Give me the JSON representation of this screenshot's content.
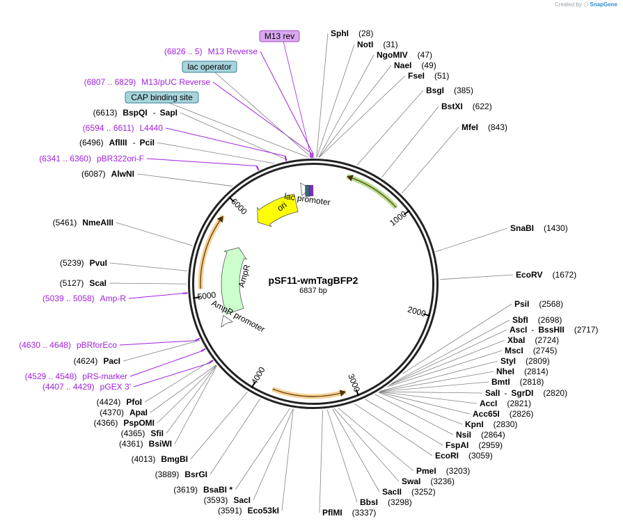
{
  "watermark": {
    "created_by": "Created by",
    "brand": "SnapGene"
  },
  "plasmid": {
    "name": "pSF11-wmTagBFP2",
    "size": 6837,
    "size_label": "6837 bp"
  },
  "ticks": [
    {
      "bp": 1000,
      "label": "1000"
    },
    {
      "bp": 2000,
      "label": "2000"
    },
    {
      "bp": 3000,
      "label": "3000"
    },
    {
      "bp": 4000,
      "label": "4000"
    },
    {
      "bp": 5000,
      "label": "5000"
    },
    {
      "bp": 6000,
      "label": "6000"
    }
  ],
  "boxed_features": [
    {
      "label": "M13 rev",
      "bg": "#d9a8f0",
      "border": "#a050c8",
      "target_bp": 6818
    },
    {
      "label": "lac operator",
      "bg": "#a8d4dc",
      "border": "#3a8090",
      "target_bp": 6820
    },
    {
      "label": "CAP binding site",
      "bg": "#a8d4dc",
      "border": "#3a8090",
      "target_bp": 6795
    }
  ],
  "left_labels": [
    {
      "kind": "feature",
      "pos": "(6826 .. 5)",
      "name": "M13 Reverse",
      "bp": 6833
    },
    {
      "kind": "feature",
      "pos": "(6807 .. 6829)",
      "name": "M13/pUC Reverse",
      "bp": 6818
    },
    {
      "kind": "site",
      "pos": "(6613)",
      "name": "BspQI",
      "alt": "SapI",
      "bp": 6613
    },
    {
      "kind": "feature",
      "pos": "(6594 .. 6611)",
      "name": "L4440",
      "bp": 6602
    },
    {
      "kind": "site",
      "pos": "(6496)",
      "name": "AflIII",
      "alt": "PciI",
      "bp": 6496
    },
    {
      "kind": "feature",
      "pos": "(6341 .. 6360)",
      "name": "pBR322ori-F",
      "bp": 6350
    },
    {
      "kind": "site",
      "pos": "(6087)",
      "name": "AlwNI",
      "bp": 6087
    },
    {
      "kind": "site",
      "pos": "(5461)",
      "name": "NmeAIII",
      "bp": 5461
    },
    {
      "kind": "site",
      "pos": "(5239)",
      "name": "PvuI",
      "bp": 5239
    },
    {
      "kind": "site",
      "pos": "(5127)",
      "name": "ScaI",
      "bp": 5127
    },
    {
      "kind": "feature",
      "pos": "(5039 .. 5058)",
      "name": "Amp-R",
      "bp": 5048
    },
    {
      "kind": "feature",
      "pos": "(4630 .. 4648)",
      "name": "pBRforEco",
      "bp": 4639
    },
    {
      "kind": "site",
      "pos": "(4624)",
      "name": "PacI",
      "bp": 4624
    },
    {
      "kind": "feature",
      "pos": "(4529 .. 4548)",
      "name": "pRS-marker",
      "bp": 4538
    },
    {
      "kind": "feature",
      "pos": "(4407 .. 4429)",
      "name": "pGEX 3'",
      "bp": 4418
    },
    {
      "kind": "site",
      "pos": "(4424)",
      "name": "PfoI",
      "bp": 4424
    },
    {
      "kind": "site",
      "pos": "(4370)",
      "name": "ApaI",
      "bp": 4370
    },
    {
      "kind": "site",
      "pos": "(4366)",
      "name": "PspOMI",
      "bp": 4366
    },
    {
      "kind": "site",
      "pos": "(4365)",
      "name": "SfiI",
      "bp": 4365
    },
    {
      "kind": "site",
      "pos": "(4361)",
      "name": "BsiWI",
      "bp": 4361
    },
    {
      "kind": "site",
      "pos": "(4013)",
      "name": "BmgBI",
      "bp": 4013
    },
    {
      "kind": "site",
      "pos": "(3889)",
      "name": "BsrGI",
      "bp": 3889
    },
    {
      "kind": "site",
      "pos": "(3619)",
      "name": "BsaBI *",
      "bp": 3619
    },
    {
      "kind": "site",
      "pos": "(3593)",
      "name": "SacI",
      "bp": 3593
    },
    {
      "kind": "site",
      "pos": "(3591)",
      "name": "Eco53kI",
      "bp": 3591
    }
  ],
  "right_labels": [
    {
      "name": "SphI",
      "pos": "(28)",
      "bp": 28
    },
    {
      "name": "NotI",
      "pos": "(31)",
      "bp": 31
    },
    {
      "name": "NgoMIV",
      "pos": "(47)",
      "bp": 47
    },
    {
      "name": "NaeI",
      "pos": "(49)",
      "bp": 49
    },
    {
      "name": "FseI",
      "pos": "(51)",
      "bp": 51
    },
    {
      "name": "BsgI",
      "pos": "(385)",
      "bp": 385
    },
    {
      "name": "BstXI",
      "pos": "(622)",
      "bp": 622
    },
    {
      "name": "MfeI",
      "pos": "(843)",
      "bp": 843
    },
    {
      "name": "SnaBI",
      "pos": "(1430)",
      "bp": 1430
    },
    {
      "name": "EcoRV",
      "pos": "(1672)",
      "bp": 1672
    },
    {
      "name": "PsiI",
      "pos": "(2568)",
      "bp": 2568
    },
    {
      "name": "SbfI",
      "pos": "(2698)",
      "bp": 2698
    },
    {
      "name": "AscI",
      "alt": "BssHII",
      "pos": "(2717)",
      "bp": 2717
    },
    {
      "name": "XbaI",
      "pos": "(2724)",
      "bp": 2724
    },
    {
      "name": "MscI",
      "pos": "(2745)",
      "bp": 2745
    },
    {
      "name": "StyI",
      "pos": "(2809)",
      "bp": 2809
    },
    {
      "name": "NheI",
      "pos": "(2814)",
      "bp": 2814
    },
    {
      "name": "BmtI",
      "pos": "(2818)",
      "bp": 2818
    },
    {
      "name": "SalI",
      "alt": "SgrDI",
      "pos": "(2820)",
      "bp": 2820
    },
    {
      "name": "AccI",
      "pos": "(2821)",
      "bp": 2821
    },
    {
      "name": "Acc65I",
      "pos": "(2826)",
      "bp": 2826
    },
    {
      "name": "KpnI",
      "pos": "(2830)",
      "bp": 2830
    },
    {
      "name": "NsiI",
      "pos": "(2864)",
      "bp": 2864
    },
    {
      "name": "FspAI",
      "pos": "(2959)",
      "bp": 2959
    },
    {
      "name": "EcoRI",
      "pos": "(3059)",
      "bp": 3059
    },
    {
      "name": "PmeI",
      "pos": "(3203)",
      "bp": 3203
    },
    {
      "name": "SwaI",
      "pos": "(3236)",
      "bp": 3236
    },
    {
      "name": "SacII",
      "pos": "(3252)",
      "bp": 3252
    },
    {
      "name": "BbsI",
      "pos": "(3298)",
      "bp": 3298
    },
    {
      "name": "PflMI",
      "pos": "(3337)",
      "bp": 3337
    }
  ],
  "inner_features": [
    {
      "label": "ori",
      "type": "origin",
      "color": "#ffff00",
      "start": 6040,
      "end": 6610,
      "direction": "ccw"
    },
    {
      "label": "AmpR",
      "type": "gene",
      "color": "#ccffcc",
      "start": 4760,
      "end": 5620,
      "direction": "cw"
    },
    {
      "label": "AmpR promoter",
      "type": "promoter",
      "color": "#ffffff",
      "start": 4660,
      "end": 4760,
      "direction": "cw"
    },
    {
      "label": "lac promoter",
      "type": "promoter",
      "color": "#ffffff",
      "start": 6700,
      "end": 6810,
      "direction": "cw"
    }
  ],
  "ring_features": [
    {
      "name": "green-orf",
      "color": "#7cc840",
      "start": 330,
      "end": 900,
      "direction": "ccw"
    },
    {
      "name": "orange-orf-right",
      "color": "#f0b050",
      "start": 3100,
      "end": 3820,
      "direction": "ccw"
    },
    {
      "name": "orange-orf-left",
      "color": "#f0b050",
      "start": 5080,
      "end": 5830,
      "direction": "cw"
    }
  ],
  "colors": {
    "site_line": "#808080",
    "feature_line": "#a020e0",
    "feature_text": "#a020e0",
    "ring": "#222222"
  }
}
